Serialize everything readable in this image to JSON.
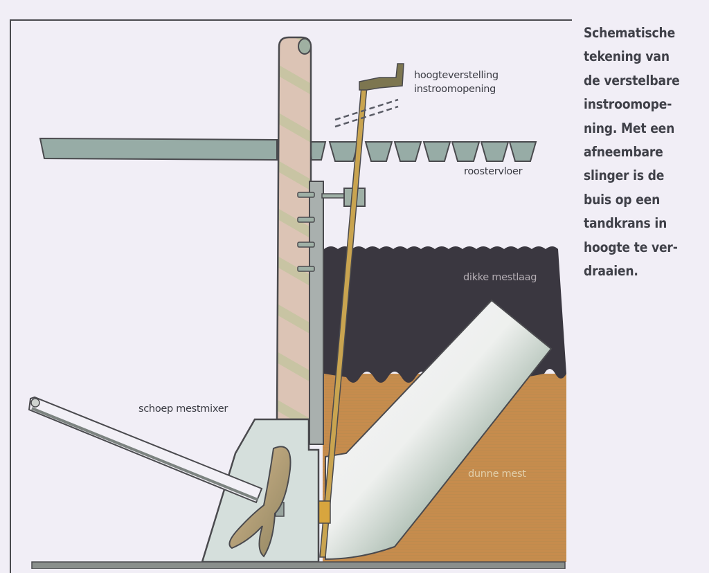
{
  "caption": {
    "lines": [
      "Schematische",
      "tekening van",
      "de verstelbare",
      "instroomope-",
      "ning. Met een",
      "afneembare",
      "slinger is de",
      "buis op een",
      "tandkrans in",
      "hoogte te ver-",
      "draaien."
    ]
  },
  "labels": {
    "height_adjust_line1": "hoogteverstelling",
    "height_adjust_line2": "instroomopening",
    "grated_floor": "roostervloer",
    "thick_manure_layer": "dikke mestlaag",
    "thin_manure": "dunne mest",
    "mixer_blade": "schoep mestmixer"
  },
  "colors": {
    "background": "#f1eef6",
    "outline": "#4a4a4e",
    "slat": "#97aca6",
    "wall": "#d9c0b0",
    "wall_stripe": "#bfc39c",
    "thick_manure": "#3b3840",
    "thin_manure": "#c48b4c",
    "rod": "#c9a450",
    "pipe_light": "#f4f2f8",
    "pipe_dark": "#5e6b64",
    "housing": "#d5dfdc",
    "propeller": "#b49a72",
    "text_dark": "#3f4048"
  }
}
